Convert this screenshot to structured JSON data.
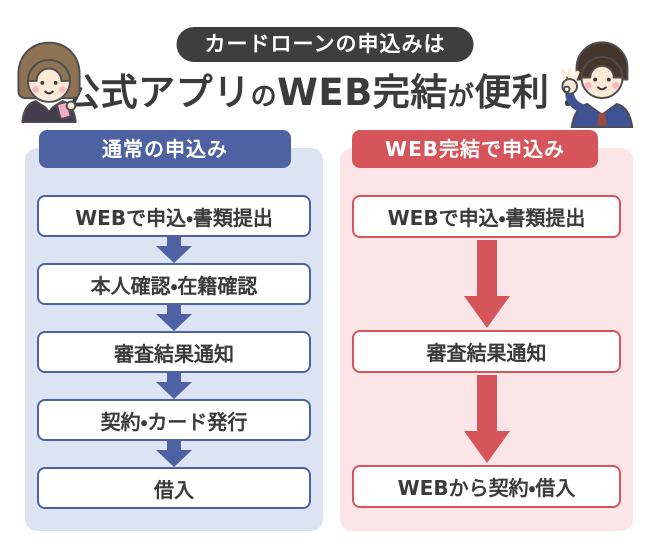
{
  "colors": {
    "badge_bg": "#3e3e3e",
    "text_dark": "#3b3b3b",
    "accent_blue": "#4d61a3",
    "panel_blue": "#dce3f3",
    "accent_red": "#d5555b",
    "panel_pink": "#fbe5e6",
    "box_bg": "#ffffff"
  },
  "header": {
    "badge": "カードローンの申込みは",
    "title": {
      "part1": "公式アプリ",
      "part2": "の",
      "part3": "WEB完結",
      "part4": "が",
      "part5": "便利！"
    },
    "left_character_icon": "woman-holding-smartphone",
    "right_character_icon": "man-making-ok-sign"
  },
  "normal_flow": {
    "header": "通常の申込み",
    "steps": [
      "WEBで申込・書類提出",
      "本人確認・在籍確認",
      "審査結果通知",
      "契約・カード発行",
      "借入"
    ]
  },
  "web_flow": {
    "header": "WEB完結で申込み",
    "steps": [
      "WEBで申込・書類提出",
      "審査結果通知",
      "WEBから契約・借入"
    ]
  }
}
